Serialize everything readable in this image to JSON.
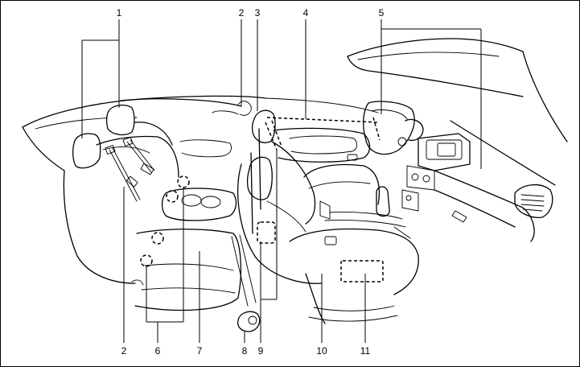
{
  "labels": {
    "l1": "1",
    "l2_top": "2",
    "l3": "3",
    "l4": "4",
    "l5": "5",
    "l2_bottom": "2",
    "l6": "6",
    "l7": "7",
    "l8": "8",
    "l9": "9",
    "l10": "10",
    "l11": "11"
  }
}
